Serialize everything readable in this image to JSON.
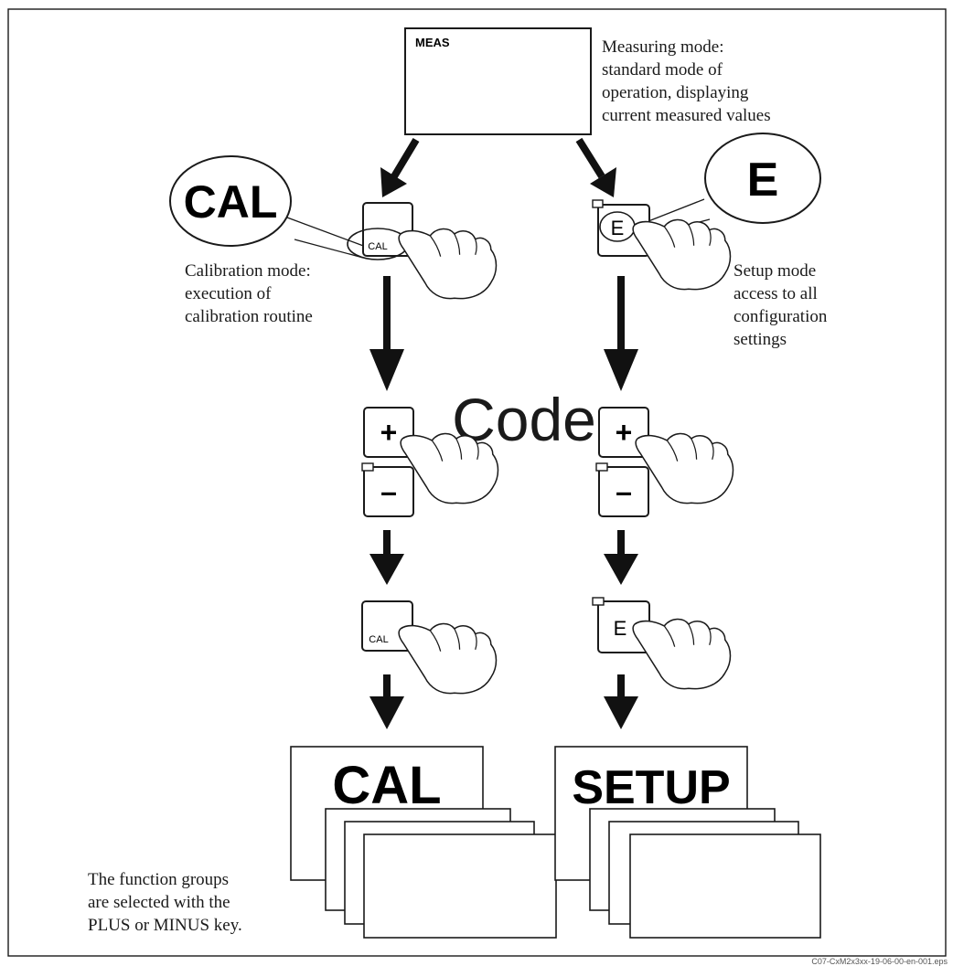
{
  "meas_display": {
    "label": "MEAS"
  },
  "measuring_mode": {
    "lines": [
      "Measuring mode:",
      "standard mode of",
      "operation, displaying",
      "current measured values"
    ]
  },
  "calibration_mode": {
    "lines": [
      "Calibration mode:",
      "execution of",
      "calibration routine"
    ]
  },
  "setup_mode": {
    "lines": [
      "Setup mode",
      "access to all",
      "configuration",
      "settings"
    ]
  },
  "keys": {
    "cal_bubble": "CAL",
    "e_bubble": "E",
    "cal_key_label": "CAL",
    "e_key_label": "E",
    "plus_symbol": "+",
    "minus_symbol": "–"
  },
  "code_label": "Code",
  "menus": {
    "cal_title": "CAL",
    "setup_title": "SETUP"
  },
  "footnote": {
    "lines": [
      "The function groups",
      "are selected with the",
      "PLUS or MINUS key."
    ]
  },
  "file_id": "C07-CxM2x3xx-19-06-00-en-001.eps"
}
